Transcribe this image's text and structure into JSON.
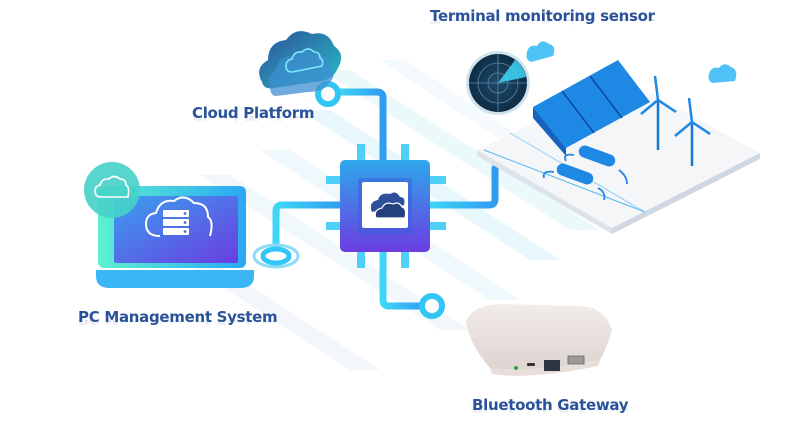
{
  "labels": {
    "terminal": "Terminal monitoring sensor",
    "cloud": "Cloud Platform",
    "pc": "PC Management System",
    "gateway": "Bluetooth Gateway"
  },
  "nodes": [
    {
      "id": "cloud-platform",
      "icon": "cloud-icon"
    },
    {
      "id": "pc-management-system",
      "icon": "laptop-server-icon"
    },
    {
      "id": "central-chip",
      "icon": "chip-cloud-icon"
    },
    {
      "id": "terminal-monitoring-sensor",
      "icon": "solar-wind-board-icon"
    },
    {
      "id": "bluetooth-gateway",
      "icon": "router-icon"
    }
  ],
  "edges": [
    {
      "from": "central-chip",
      "to": "cloud-platform"
    },
    {
      "from": "central-chip",
      "to": "pc-management-system"
    },
    {
      "from": "central-chip",
      "to": "terminal-monitoring-sensor"
    },
    {
      "from": "central-chip",
      "to": "bluetooth-gateway"
    }
  ],
  "colors": {
    "label_text": "#2a5298",
    "trace": "#33c6f5",
    "chip_top": "#2fa8ec",
    "chip_bottom": "#6a3de0",
    "panel_blue": "#1e88e5",
    "gateway_body": "#ede6e3"
  }
}
